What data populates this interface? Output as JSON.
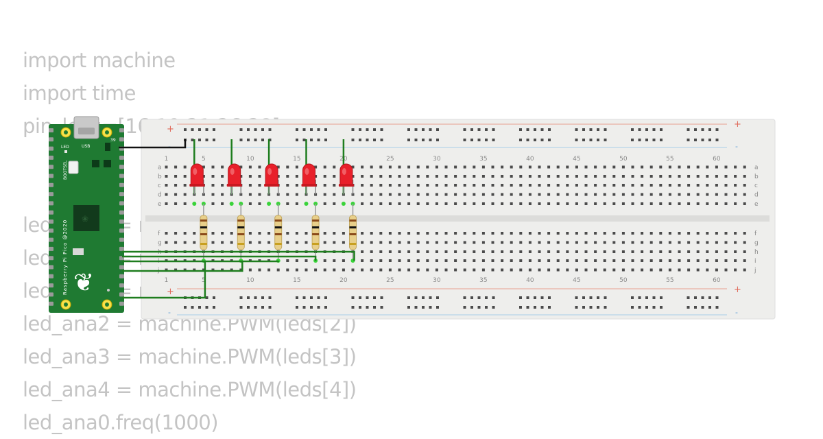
{
  "code_lines": [
    "import machine",
    "import time",
    "pin_leds=[16,19,21,26,28]",
    "",
    "",
    "led_ana0 = machine.PWM(leds[0])",
    "led_ana1 = machine.PWM(leds[1])",
    "led_ana1 = machine.PWM(leds[1])",
    "led_ana2 = machine.PWM(leds[2])",
    "led_ana3 = machine.PWM(leds[3])",
    "led_ana4 = machine.PWM(leds[4])",
    "led_ana0.freq(1000)"
  ],
  "breadboard": {
    "plus_sign": "+",
    "minus_sign": "-",
    "column_numbers": [
      "1",
      "5",
      "10",
      "15",
      "20",
      "25",
      "30",
      "35",
      "40",
      "45",
      "50",
      "55",
      "60"
    ],
    "rows_top": [
      "a",
      "b",
      "c",
      "d",
      "e"
    ],
    "rows_bottom": [
      "f",
      "g",
      "h",
      "i",
      "j"
    ]
  },
  "pico": {
    "brand_label": "Raspberry Pi Pico @2020",
    "led_label": "LED",
    "usb_label": "USB",
    "bootsel_label": "BOOTSEL",
    "pin_label": "39"
  },
  "colors": {
    "board_green": "#1f7a32",
    "wire_green": "#1e7d1e",
    "wire_black": "#111111",
    "led_red": "#e8202a",
    "breadboard": "#eeeeec",
    "rail_red": "#e8a090",
    "rail_blue": "#a8cde8"
  }
}
